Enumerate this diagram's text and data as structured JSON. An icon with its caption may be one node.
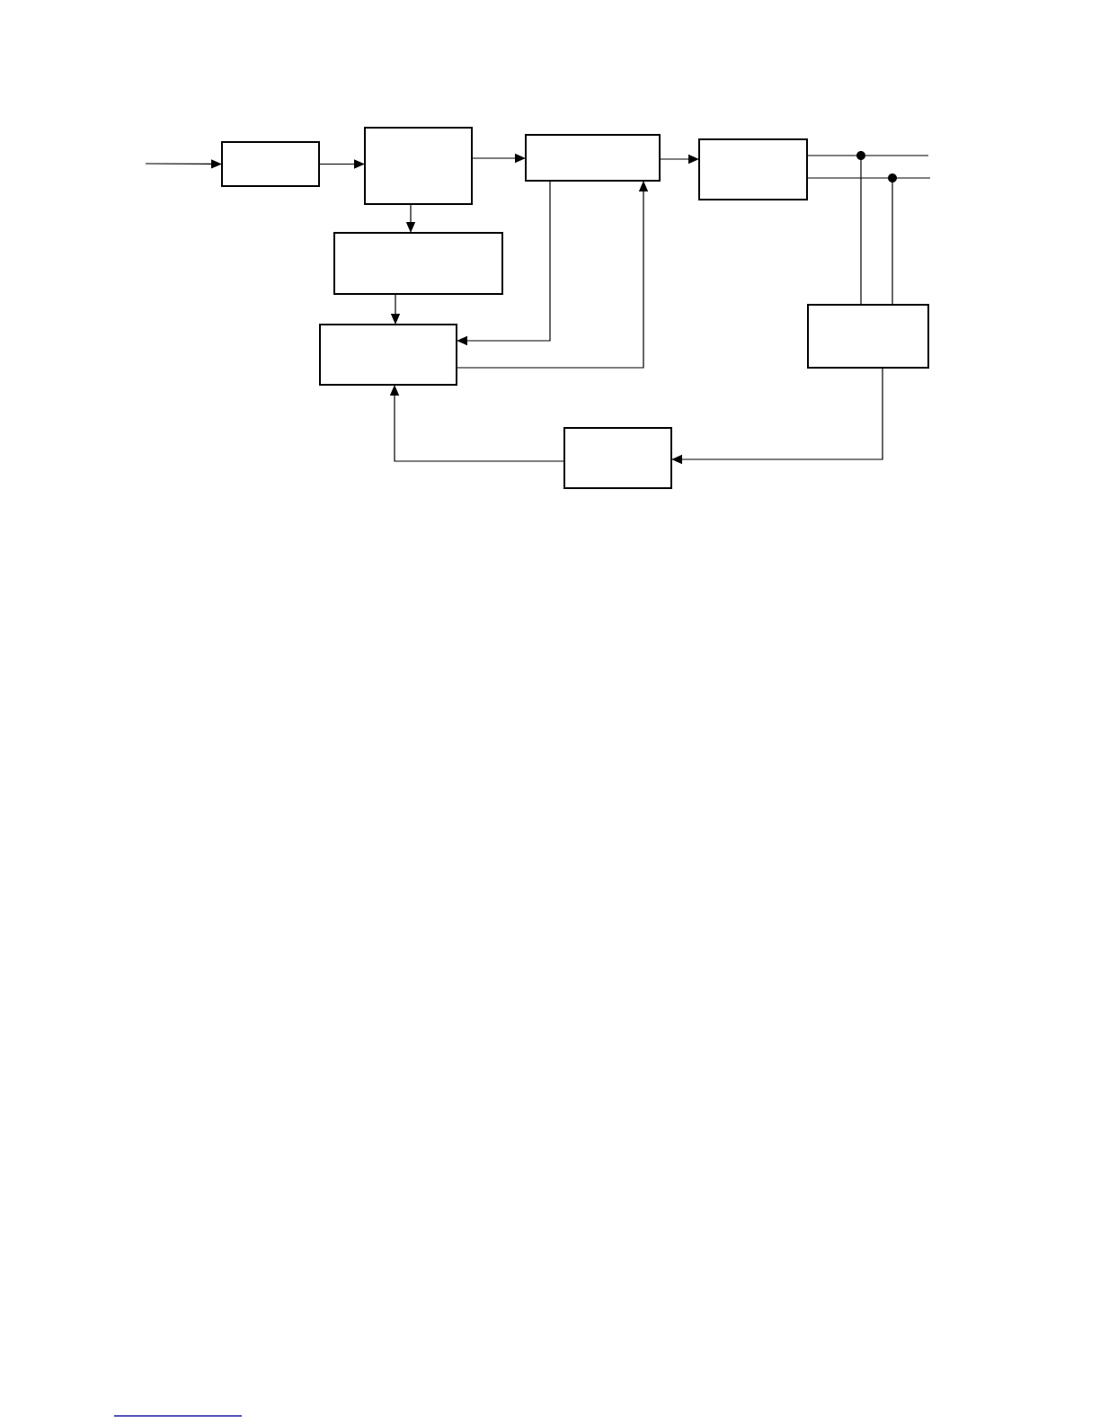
{
  "diagram": {
    "nodes": [
      {
        "text": [],
        "shape": "box"
      },
      {
        "text": [],
        "shape": "box"
      },
      {
        "text": [],
        "shape": "box"
      },
      {
        "text": [],
        "shape": "box"
      },
      {
        "text": [],
        "shape": "dot"
      },
      {
        "text": [],
        "shape": "dot"
      },
      {
        "text": [],
        "shape": "box"
      },
      {
        "text": [],
        "shape": "box"
      },
      {
        "text": [],
        "shape": "box"
      },
      {
        "text": [],
        "shape": "box"
      }
    ],
    "edges": [
      {
        "from": null,
        "to": 0,
        "arrow": "to"
      },
      {
        "from": 0,
        "to": 1,
        "arrow": "to"
      },
      {
        "from": 1,
        "to": 2,
        "arrow": "to"
      },
      {
        "from": 2,
        "to": 3,
        "arrow": "to"
      },
      {
        "from": 1,
        "to": 6,
        "arrow": "to"
      },
      {
        "from": 6,
        "to": 7,
        "arrow": "to"
      },
      {
        "from": 2,
        "to": 7,
        "arrow": "to"
      },
      {
        "from": 7,
        "to": 2,
        "arrow": "to"
      },
      {
        "from": 3,
        "to": 4,
        "arrow": "none"
      },
      {
        "from": 4,
        "to": null,
        "arrow": "none"
      },
      {
        "from": 3,
        "to": 5,
        "arrow": "none"
      },
      {
        "from": 5,
        "to": null,
        "arrow": "none"
      },
      {
        "from": 4,
        "to": 8,
        "arrow": "none"
      },
      {
        "from": 5,
        "to": 8,
        "arrow": "none"
      },
      {
        "from": 8,
        "to": 9,
        "arrow": "to"
      },
      {
        "from": 9,
        "to": 7,
        "arrow": "to"
      }
    ]
  }
}
